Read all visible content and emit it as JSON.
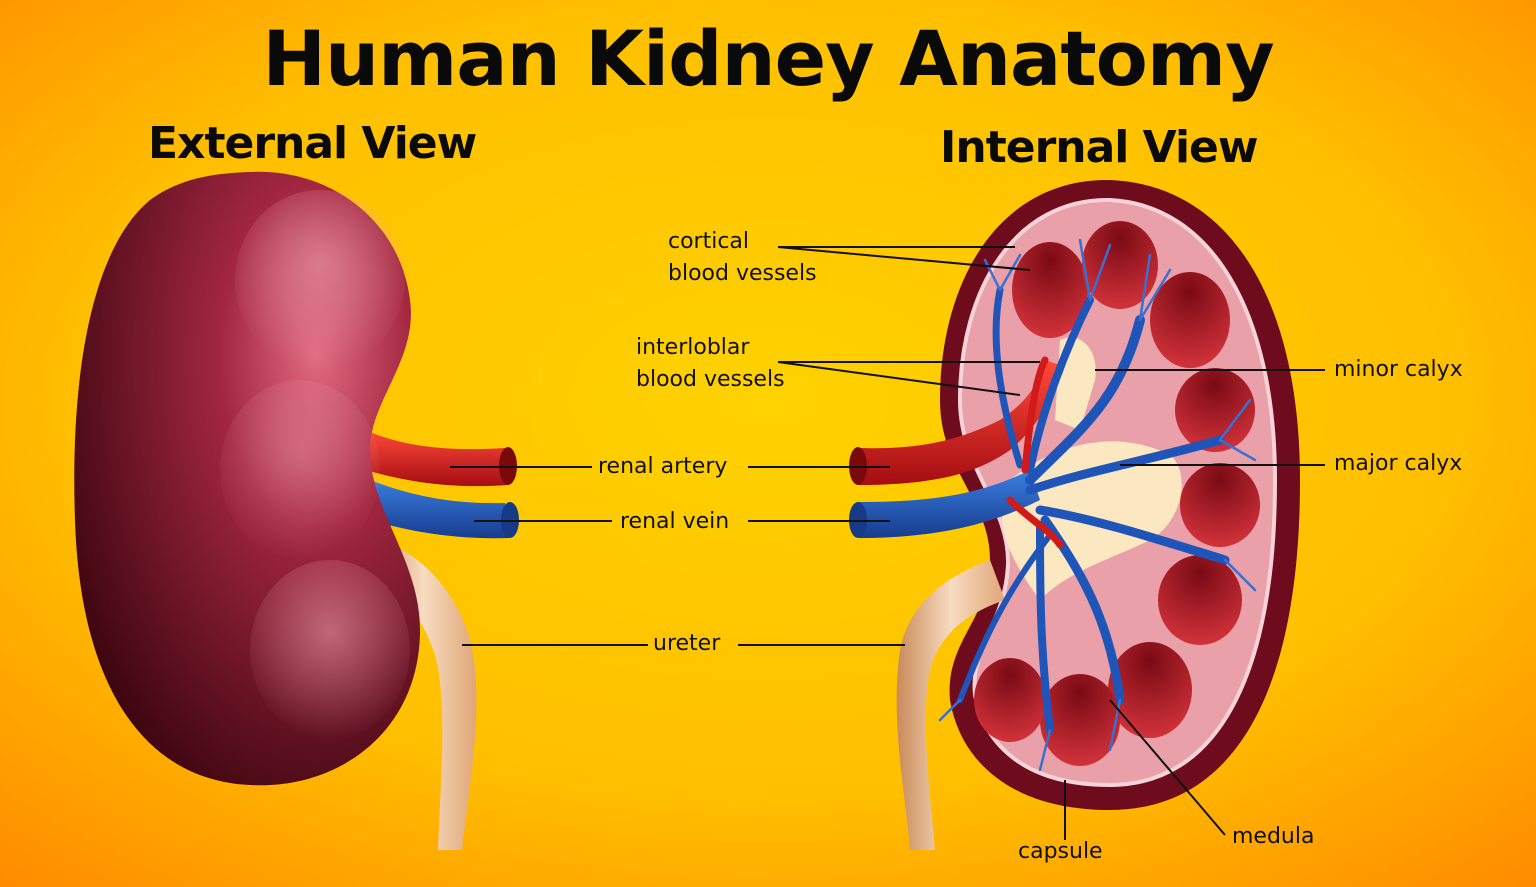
{
  "title": "Human Kidney Anatomy",
  "views": {
    "external": "External View",
    "internal": "Internal View"
  },
  "labels": {
    "cortical_1": "cortical",
    "cortical_2": "blood vessels",
    "interlobular_1": "interloblar",
    "interlobular_2": "blood vessels",
    "renal_artery": "renal artery",
    "renal_vein": "renal vein",
    "ureter": "ureter",
    "minor_calyx": "minor calyx",
    "major_calyx": "major calyx",
    "capsule": "capsule",
    "medula": "medula"
  },
  "colors": {
    "background_center": "#ffcc00",
    "background_edge": "#ff8a00",
    "kidney_dark": "#5a0a14",
    "kidney_mid": "#9a1f35",
    "kidney_light": "#d9566d",
    "artery": "#d11a1a",
    "vein": "#1f55b8",
    "ureter": "#f0c49a",
    "calyx": "#fbe7c0",
    "medulla": "#c8262f"
  }
}
